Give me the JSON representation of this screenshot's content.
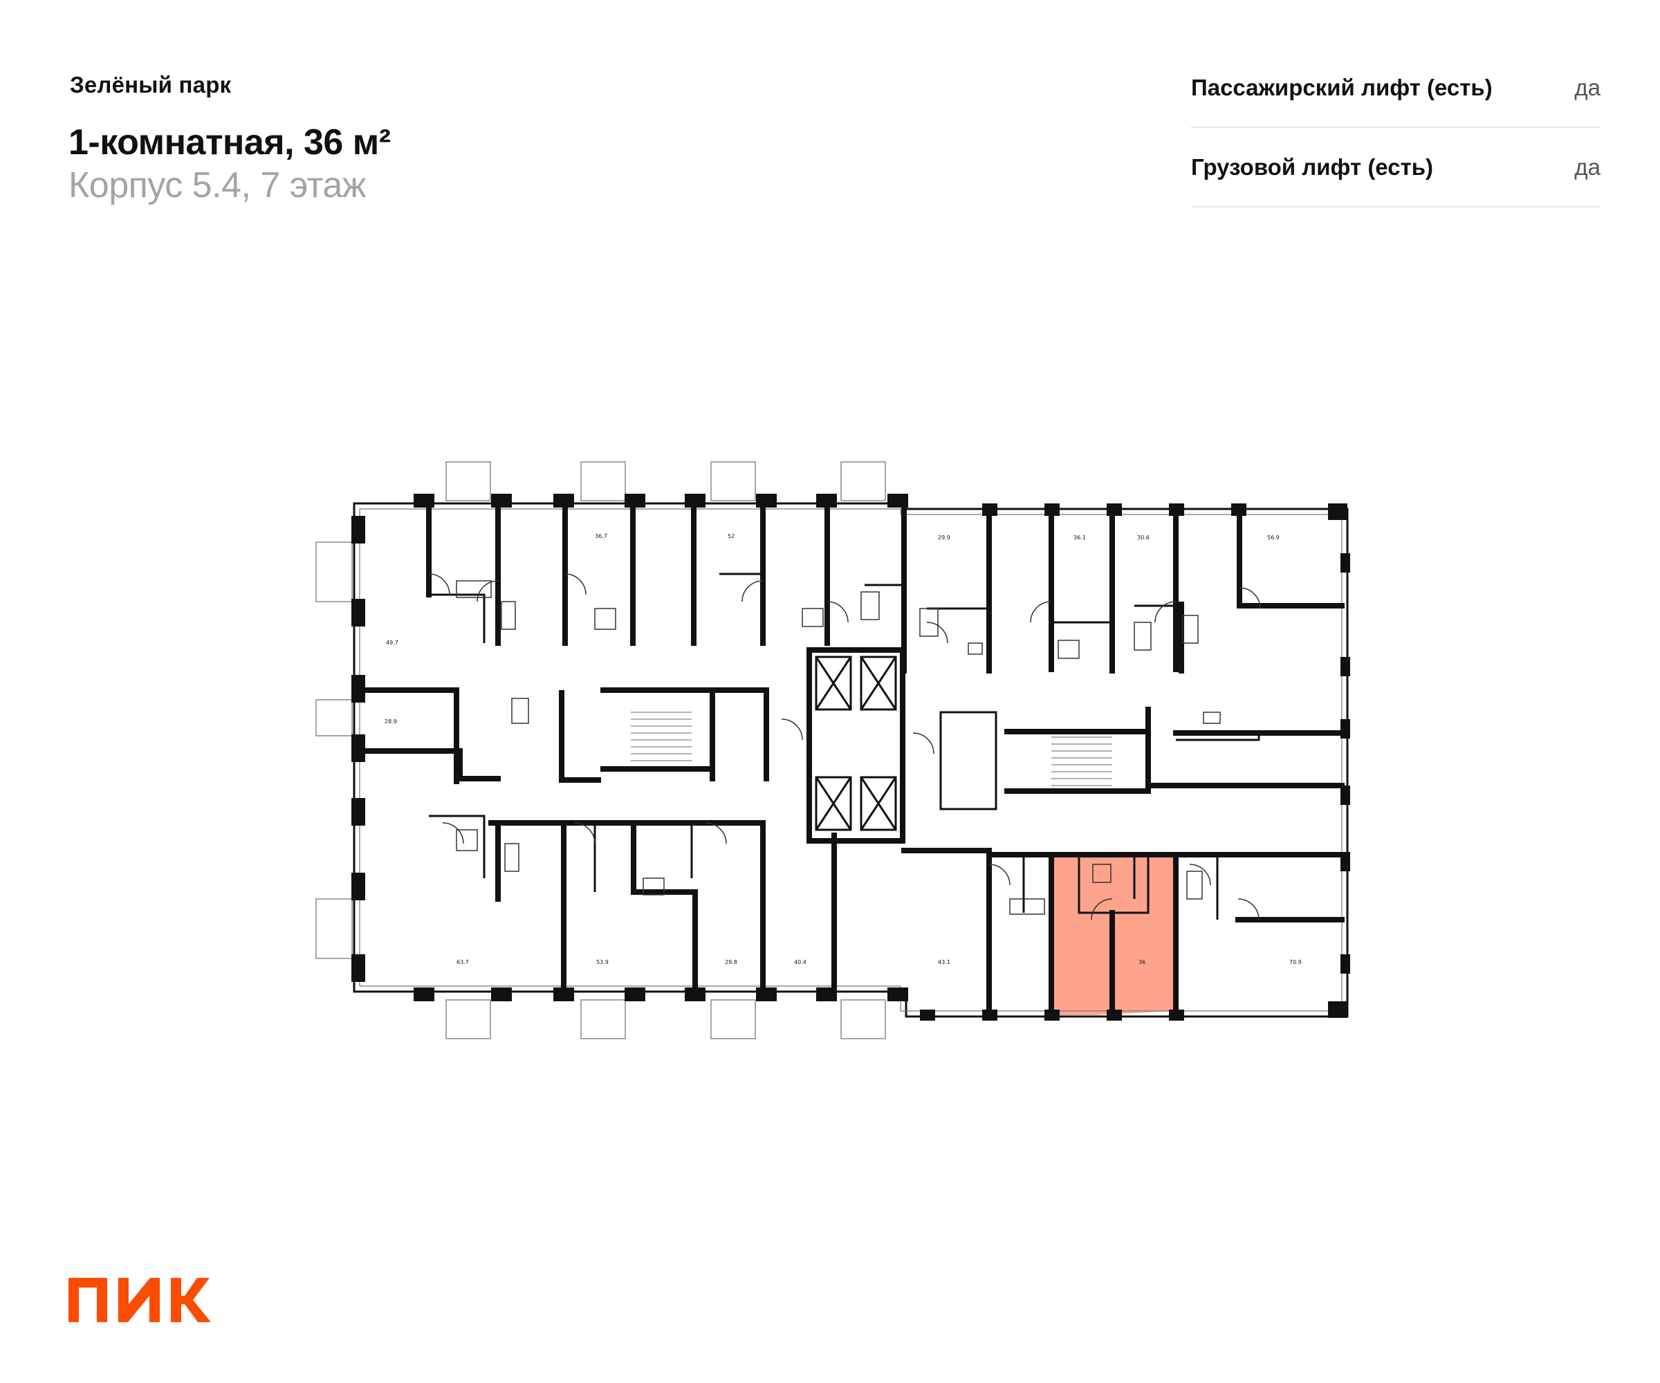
{
  "complex": {
    "name": "Зелёный парк"
  },
  "apartment": {
    "title": "1-комнатная, 36 м²",
    "subtitle": "Корпус 5.4, 7 этаж"
  },
  "features": [
    {
      "label": "Пассажирский лифт (есть)",
      "value": "да"
    },
    {
      "label": "Грузовой лифт (есть)",
      "value": "да"
    }
  ],
  "plan": {
    "highlight_color": "#fd8466",
    "areas": [
      "36.7",
      "52",
      "29.9",
      "36.1",
      "30.6",
      "56.9",
      "49.7",
      "28.9",
      "63.7",
      "53.9",
      "29.8",
      "40.4",
      "43.1",
      "36",
      "70.9"
    ],
    "selected_area": "36"
  },
  "brand": {
    "logo_text": "ПИК",
    "color": "#fc4c02"
  }
}
